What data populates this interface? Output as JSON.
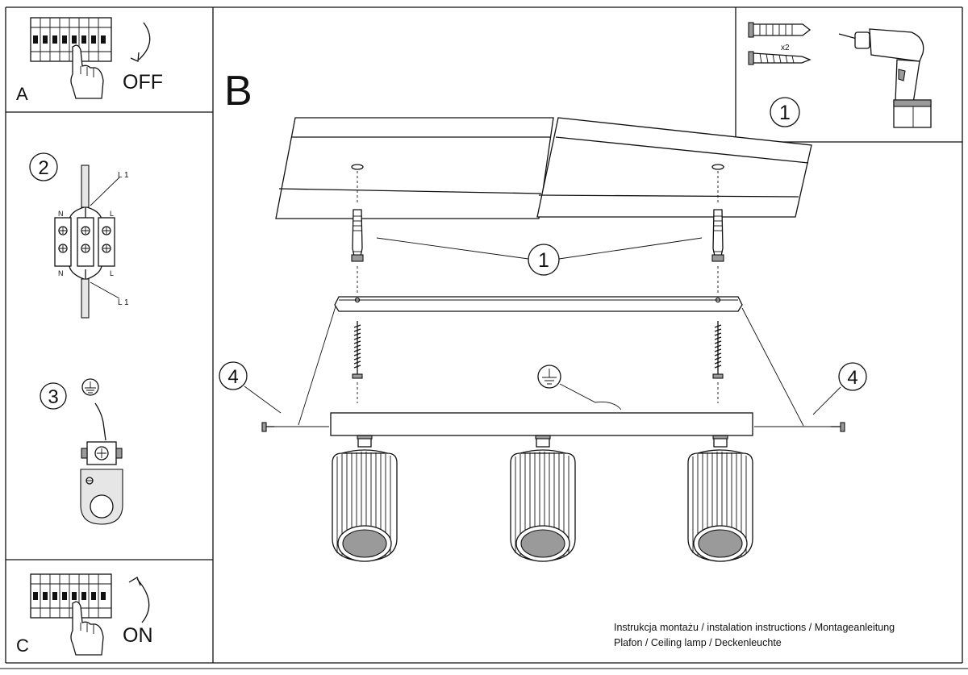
{
  "panels": {
    "a": {
      "letter": "A",
      "action": "OFF"
    },
    "c": {
      "letter": "C",
      "action": "ON"
    },
    "b": {
      "letter": "B"
    }
  },
  "steps": {
    "s1": "1",
    "s2": "2",
    "s3": "3",
    "s4": "4"
  },
  "tools": {
    "anchor_qty": "x2"
  },
  "wiring": {
    "l1_top": "L 1",
    "l1_bottom": "L 1",
    "n_top": "N",
    "n_bottom": "N",
    "l_top": "L",
    "l_bottom": "L"
  },
  "footer": {
    "line1": "Instrukcja montażu / instalation instructions / Montageanleitung",
    "line2": "Plafon / Ceiling lamp / Deckenleuchte"
  },
  "colors": {
    "ink": "#111111",
    "paper": "#ffffff",
    "shade": "#9a9a9a"
  }
}
